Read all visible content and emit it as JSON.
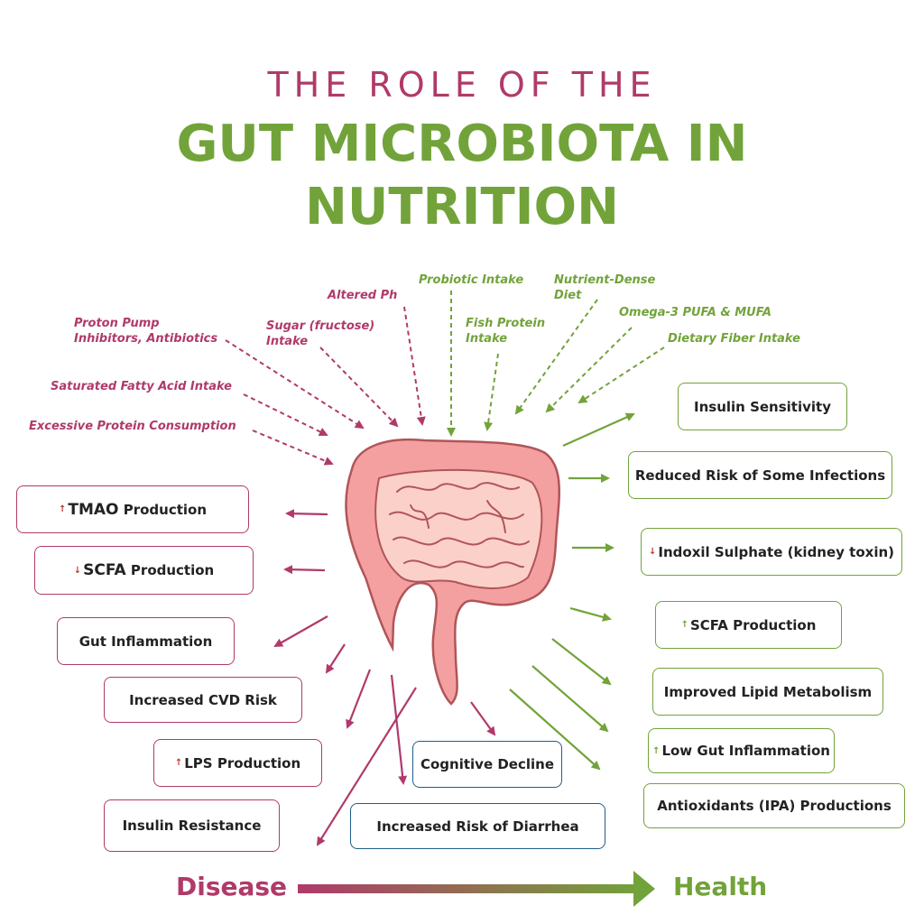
{
  "title": {
    "line1": "THE ROLE OF THE",
    "line2a": "GUT MICROBIOTA IN",
    "line2b": "NUTRITION"
  },
  "factors_negative": [
    "Proton Pump",
    "Inhibitors, Antibiotics",
    "Sugar (fructose)",
    "Intake",
    "Altered Ph",
    "Saturated Fatty Acid Intake",
    "Excessive Protein Consumption"
  ],
  "factors_positive": [
    "Probiotic Intake",
    "Fish Protein",
    "Intake",
    "Nutrient-Dense",
    "Diet",
    "Omega-3 PUFA & MUFA",
    "Dietary Fiber Intake"
  ],
  "outcomes_negative": {
    "tmao_big": "TMAO",
    "tmao_rest": "Production",
    "scfa_big": "SCFA",
    "scfa_rest": "Production",
    "gut_inflammation": "Gut Inflammation",
    "cvd_risk": "Increased CVD Risk",
    "lps": "LPS Production",
    "insulin_resistance": "Insulin Resistance"
  },
  "outcomes_center": {
    "cognitive_decline": "Cognitive Decline",
    "diarrhea": "Increased Risk of Diarrhea"
  },
  "outcomes_positive": {
    "insulin_sensitivity": "Insulin Sensitivity",
    "infections": "Reduced Risk of Some Infections",
    "indoxil": "Indoxil Sulphate (kidney toxin)",
    "scfa": "SCFA Production",
    "lipid": "Improved Lipid Metabolism",
    "low_gut": "Low Gut Inflammation",
    "antioxidants": "Antioxidants (IPA) Productions"
  },
  "glyphs": {
    "up": "↑",
    "down": "↓"
  },
  "scale": {
    "left": "Disease",
    "right": "Health"
  },
  "colors": {
    "disease": "#b03a6a",
    "health": "#72a33a",
    "neutral": "#1d5d8a",
    "intestine_fill": "#f4a0a0",
    "intestine_outline": "#b0555a"
  }
}
